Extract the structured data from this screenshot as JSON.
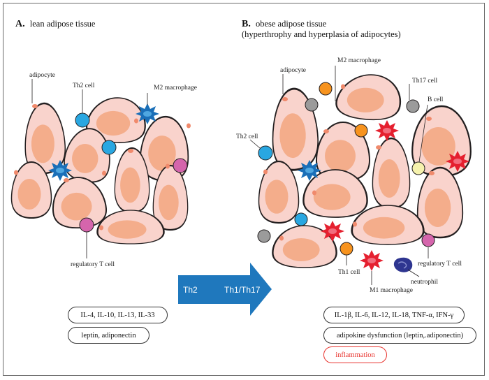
{
  "panel_a": {
    "letter": "A.",
    "title": "lean adipose tissue",
    "labels": {
      "adipocyte": "adipocyte",
      "th2": "Th2 cell",
      "m2": "M2 macrophage",
      "treg": "regulatory T cell"
    },
    "pills": [
      "IL-4, IL-10, IL-13, IL-33",
      "leptin, adiponectin"
    ]
  },
  "panel_b": {
    "letter": "B.",
    "title_line1": "obese adipose tissue",
    "title_line2": "(hyperthrophy and hyperplasia of adipocytes)",
    "labels": {
      "adipocyte": "adipocyte",
      "m2": "M2 macrophage",
      "th17": "Th17 cell",
      "bcell": "B cell",
      "th2": "Th2 cell",
      "treg": "regulatory T cell",
      "th1": "Th1 cell",
      "m1": "M1 macrophage",
      "neutrophil": "neutrophil"
    },
    "pills": [
      "IL-1β, IL-6, IL-12, IL-18, TNF-α, IFN-γ",
      "adipokine dysfunction (leptin,.adiponectin)"
    ],
    "inflammation": "inflammation"
  },
  "arrow": {
    "left": "Th2",
    "right": "Th1/Th17"
  },
  "colors": {
    "adipocyte": "#f9d3cc",
    "nucleus": "#f4ad8b",
    "th2": "#29a7e1",
    "m2": "#1a6fb8",
    "treg": "#d565ac",
    "m1": "#e5202f",
    "th1": "#f7931e",
    "th17": "#9b9b9b",
    "bcell": "#f6f2ad",
    "neutrophil": "#2e3590",
    "arrow": "#1f78bd",
    "inflammation": "#e8342e"
  }
}
